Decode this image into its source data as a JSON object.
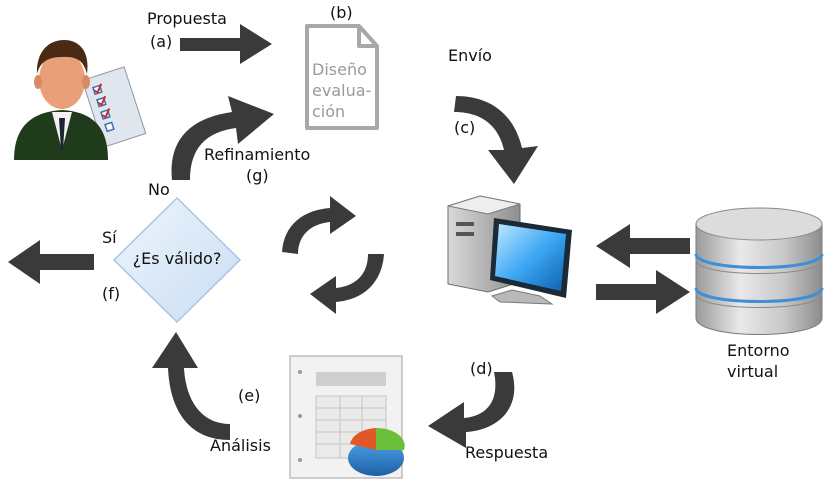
{
  "labels": {
    "propuesta": "Propuesta",
    "a": "(a)",
    "b": "(b)",
    "doc_line1": "Diseño",
    "doc_line2": "evalua-",
    "doc_line3": "ción",
    "envio": "Envío",
    "c": "(c)",
    "refinamiento": "Refinamiento",
    "g": "(g)",
    "no": "No",
    "si": "Sí",
    "f": "(f)",
    "decision": "¿Es válido?",
    "entorno1": "Entorno",
    "entorno2": "virtual",
    "d": "(d)",
    "e": "(e)",
    "analisis": "Análisis",
    "respuesta": "Respuesta"
  },
  "colors": {
    "arrow": "#3a3a3a",
    "decision_fill": "#dce9f8",
    "decision_stroke": "#a9c4e6",
    "doc_stroke": "#a8a8a8"
  },
  "icons": [
    "user-with-checklist-icon",
    "document-icon",
    "computer-icon",
    "database-icon",
    "report-chart-icon",
    "refresh-cycle-icon"
  ]
}
